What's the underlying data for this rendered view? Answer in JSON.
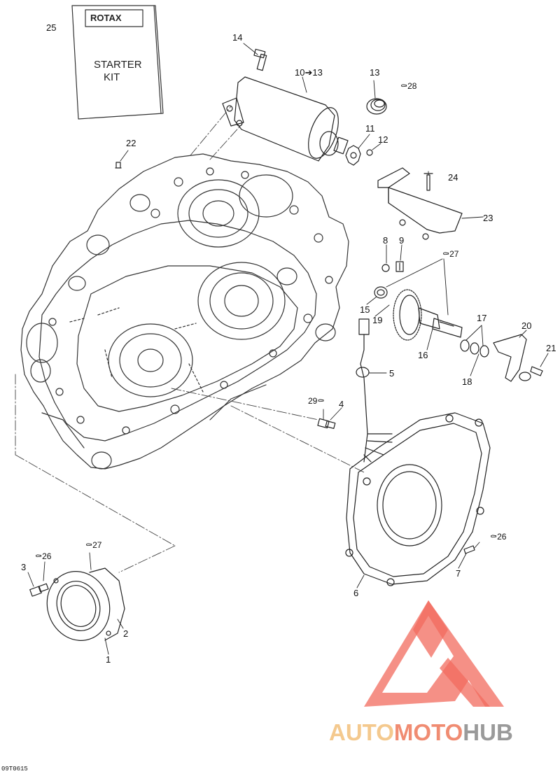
{
  "kit": {
    "number": "25",
    "brand": "ROTAX",
    "line1": "STARTER",
    "line2": "KIT"
  },
  "labels": {
    "p1": "1",
    "p2": "2",
    "p3": "3",
    "p4": "4",
    "p5": "5",
    "p6": "6",
    "p7": "7",
    "p8": "8",
    "p9": "9",
    "p10_13": "10➔13",
    "p11": "11",
    "p12": "12",
    "p13": "13",
    "p14": "14",
    "p15": "15",
    "p16": "16",
    "p17": "17",
    "p18": "18",
    "p19": "19",
    "p20": "20",
    "p21": "21",
    "p22": "22",
    "p23": "23",
    "p24": "24",
    "p26a": "⚰26",
    "p26b": "⚰26",
    "p27a": "⚰27",
    "p27b": "⚰27",
    "p28": "⚰28",
    "p29": "29⚰"
  },
  "drop_symbol": "💧",
  "watermark": {
    "part1": "AUTO",
    "part2": "MOTO",
    "part3": "HUB",
    "color_light": "#f4c98e",
    "color_mid": "#f08c72",
    "color_dark": "#9a9a9a",
    "logo_color": "#f26b5e"
  },
  "figure_code": "09T0615"
}
